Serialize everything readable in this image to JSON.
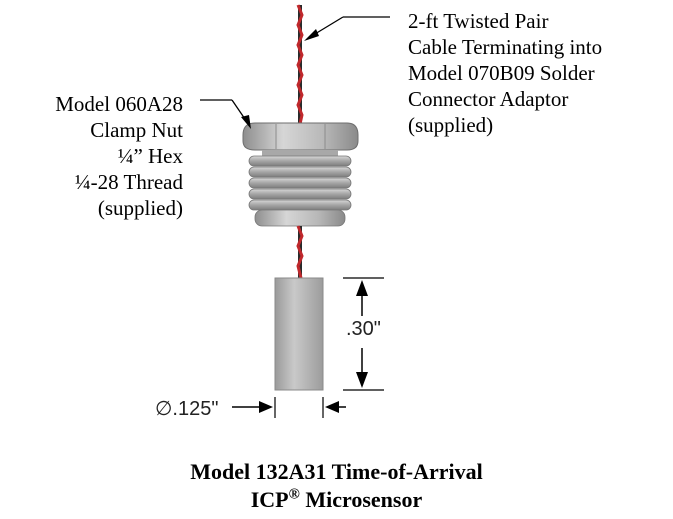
{
  "callout_left": {
    "lines": [
      "Model 060A28",
      "Clamp Nut",
      "¼” Hex",
      "¼-28 Thread",
      "(supplied)"
    ]
  },
  "callout_right": {
    "lines": [
      "2-ft Twisted Pair",
      "Cable Terminating into",
      "Model 070B09 Solder",
      "Connector Adaptor",
      "(supplied)"
    ]
  },
  "dimensions": {
    "height": ".30\"",
    "diameter": "∅.125\""
  },
  "caption": {
    "line1": "Model 132A31 Time-of-Arrival",
    "line2_prefix": "ICP",
    "line2_mark": "®",
    "line2_suffix": " Microsensor"
  },
  "colors": {
    "cable_red": "#c0282c",
    "cable_dark": "#2a2a2a",
    "metal": "#b0b0b0"
  }
}
